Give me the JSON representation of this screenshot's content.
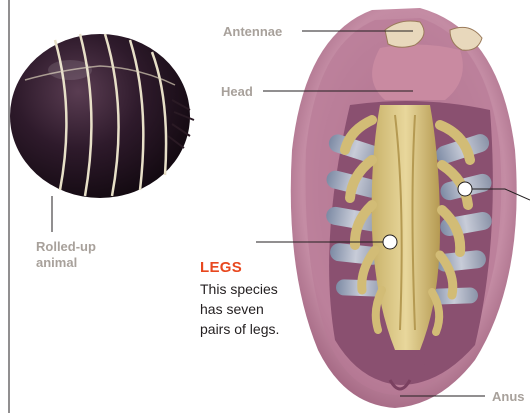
{
  "labels": {
    "antennae": "Antennae",
    "head": "Head",
    "rolled_up": "Rolled-up\nanimal",
    "anus": "Anus"
  },
  "callout": {
    "title": "LEGS",
    "description": "This species\nhas seven\npairs of legs."
  },
  "colors": {
    "label_text": "#a8a19b",
    "callout_title": "#e8481f",
    "callout_text": "#231f20",
    "leader_line": "#231f20",
    "body_pink": "#c98aa1",
    "legs_yellow": "#d9c37a",
    "rolled_body": "#2a1626"
  },
  "icons": [
    "leader-dot-icon"
  ]
}
